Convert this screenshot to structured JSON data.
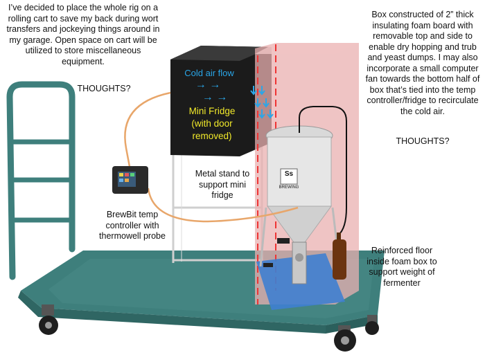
{
  "annotations": {
    "cart_note": "I’ve decided to place the whole rig on a rolling cart to save my back during wort transfers and jockeying things around in my garage. Open space on cart will be utilized to store miscellaneous equipment.",
    "thoughts_left": "THOUGHTS?",
    "box_note": "Box constructed of 2” thick insulating foam board with removable top and side to enable dry hopping and trub and yeast dumps. I may also incorporate a small computer fan towards the bottom half of box that’s tied into the temp controller/fridge to recirculate the cold air.",
    "thoughts_right": "THOUGHTS?",
    "stand_note": "Metal stand to support mini fridge",
    "controller_note": "BrewBit temp controller with thermowell probe",
    "floor_note": "Reinforced floor inside foam box to support weight of fermenter"
  },
  "fridge": {
    "cold_air_label": "Cold air flow",
    "arrows": "→ →",
    "arrows2": "→ →",
    "label_line1": "Mini Fridge",
    "label_line2": "(with door",
    "label_line3": "removed)"
  },
  "fermenter": {
    "badge": "Ss",
    "brand": "BREWING"
  },
  "colors": {
    "cart": "#3e7f7c",
    "foam_box": "#e9b0b0",
    "fridge": "#1b1b1b",
    "cold_air_text": "#2aa6e8",
    "fridge_label": "#f2ea2a",
    "floor": "#3f7fd0",
    "cable": "#e8a66a"
  }
}
